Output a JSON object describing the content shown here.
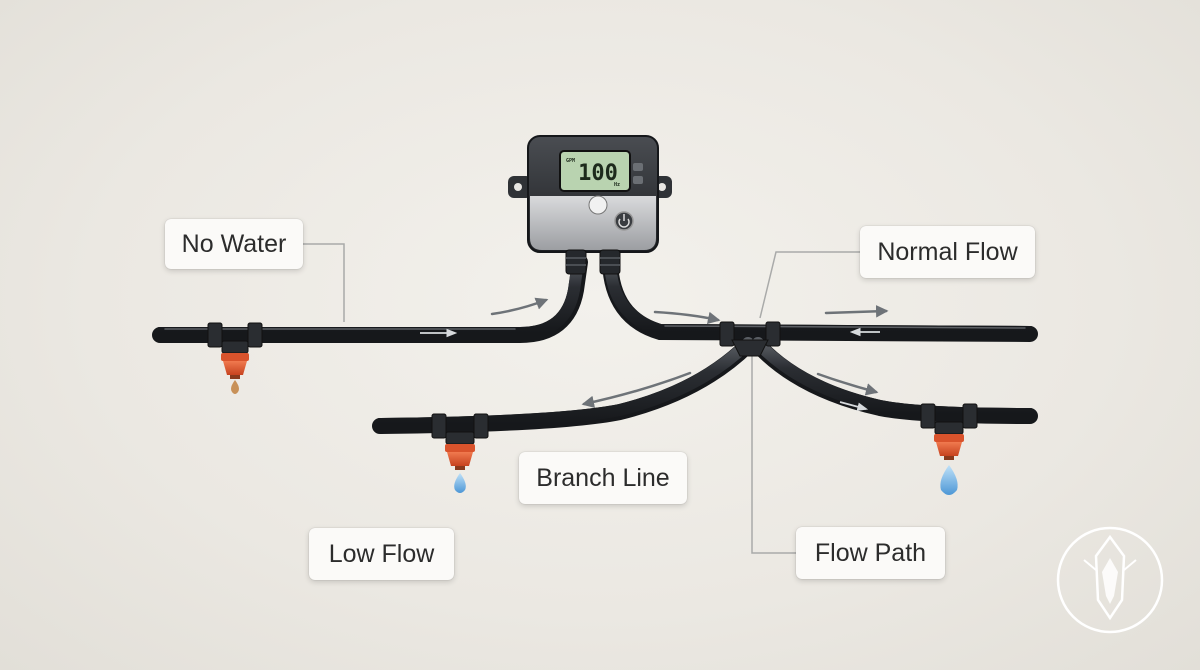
{
  "labels": {
    "no_water": "No Water",
    "normal_flow": "Normal Flow",
    "branch_line": "Branch Line",
    "low_flow": "Low Flow",
    "flow_path": "Flow Path"
  },
  "meter": {
    "reading": "100",
    "unit_left": "GPM",
    "unit_right": "Hz"
  },
  "colors": {
    "pipe": "#2b2e33",
    "emitter": "#e0562f",
    "water_drop": "#6fb2e6",
    "brown_drop": "#c89158",
    "arrow": "#6e7378",
    "lcd": "#b9d3b0"
  },
  "icons": [
    "flow-meter-icon",
    "emitter-icon",
    "water-drop-icon",
    "arrow-icon",
    "logo-icon"
  ]
}
